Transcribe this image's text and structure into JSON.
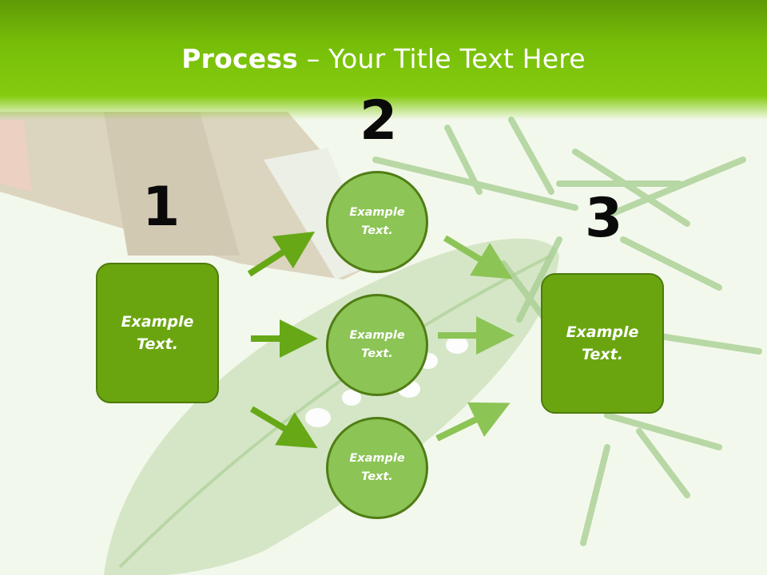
{
  "title": {
    "bold": "Process",
    "rest": " – Your Title Text Here"
  },
  "numbers": {
    "one": "1",
    "two": "2",
    "three": "3"
  },
  "left_box": {
    "text": "Example Text."
  },
  "right_box": {
    "text": "Example Text."
  },
  "circles": [
    {
      "text": "Example Text."
    },
    {
      "text": "Example Text."
    },
    {
      "text": "Example Text."
    }
  ],
  "colors": {
    "header": "#76bd08",
    "box": "#6aa510",
    "circle": "#8cc456",
    "arrow": "#6aaa18"
  }
}
